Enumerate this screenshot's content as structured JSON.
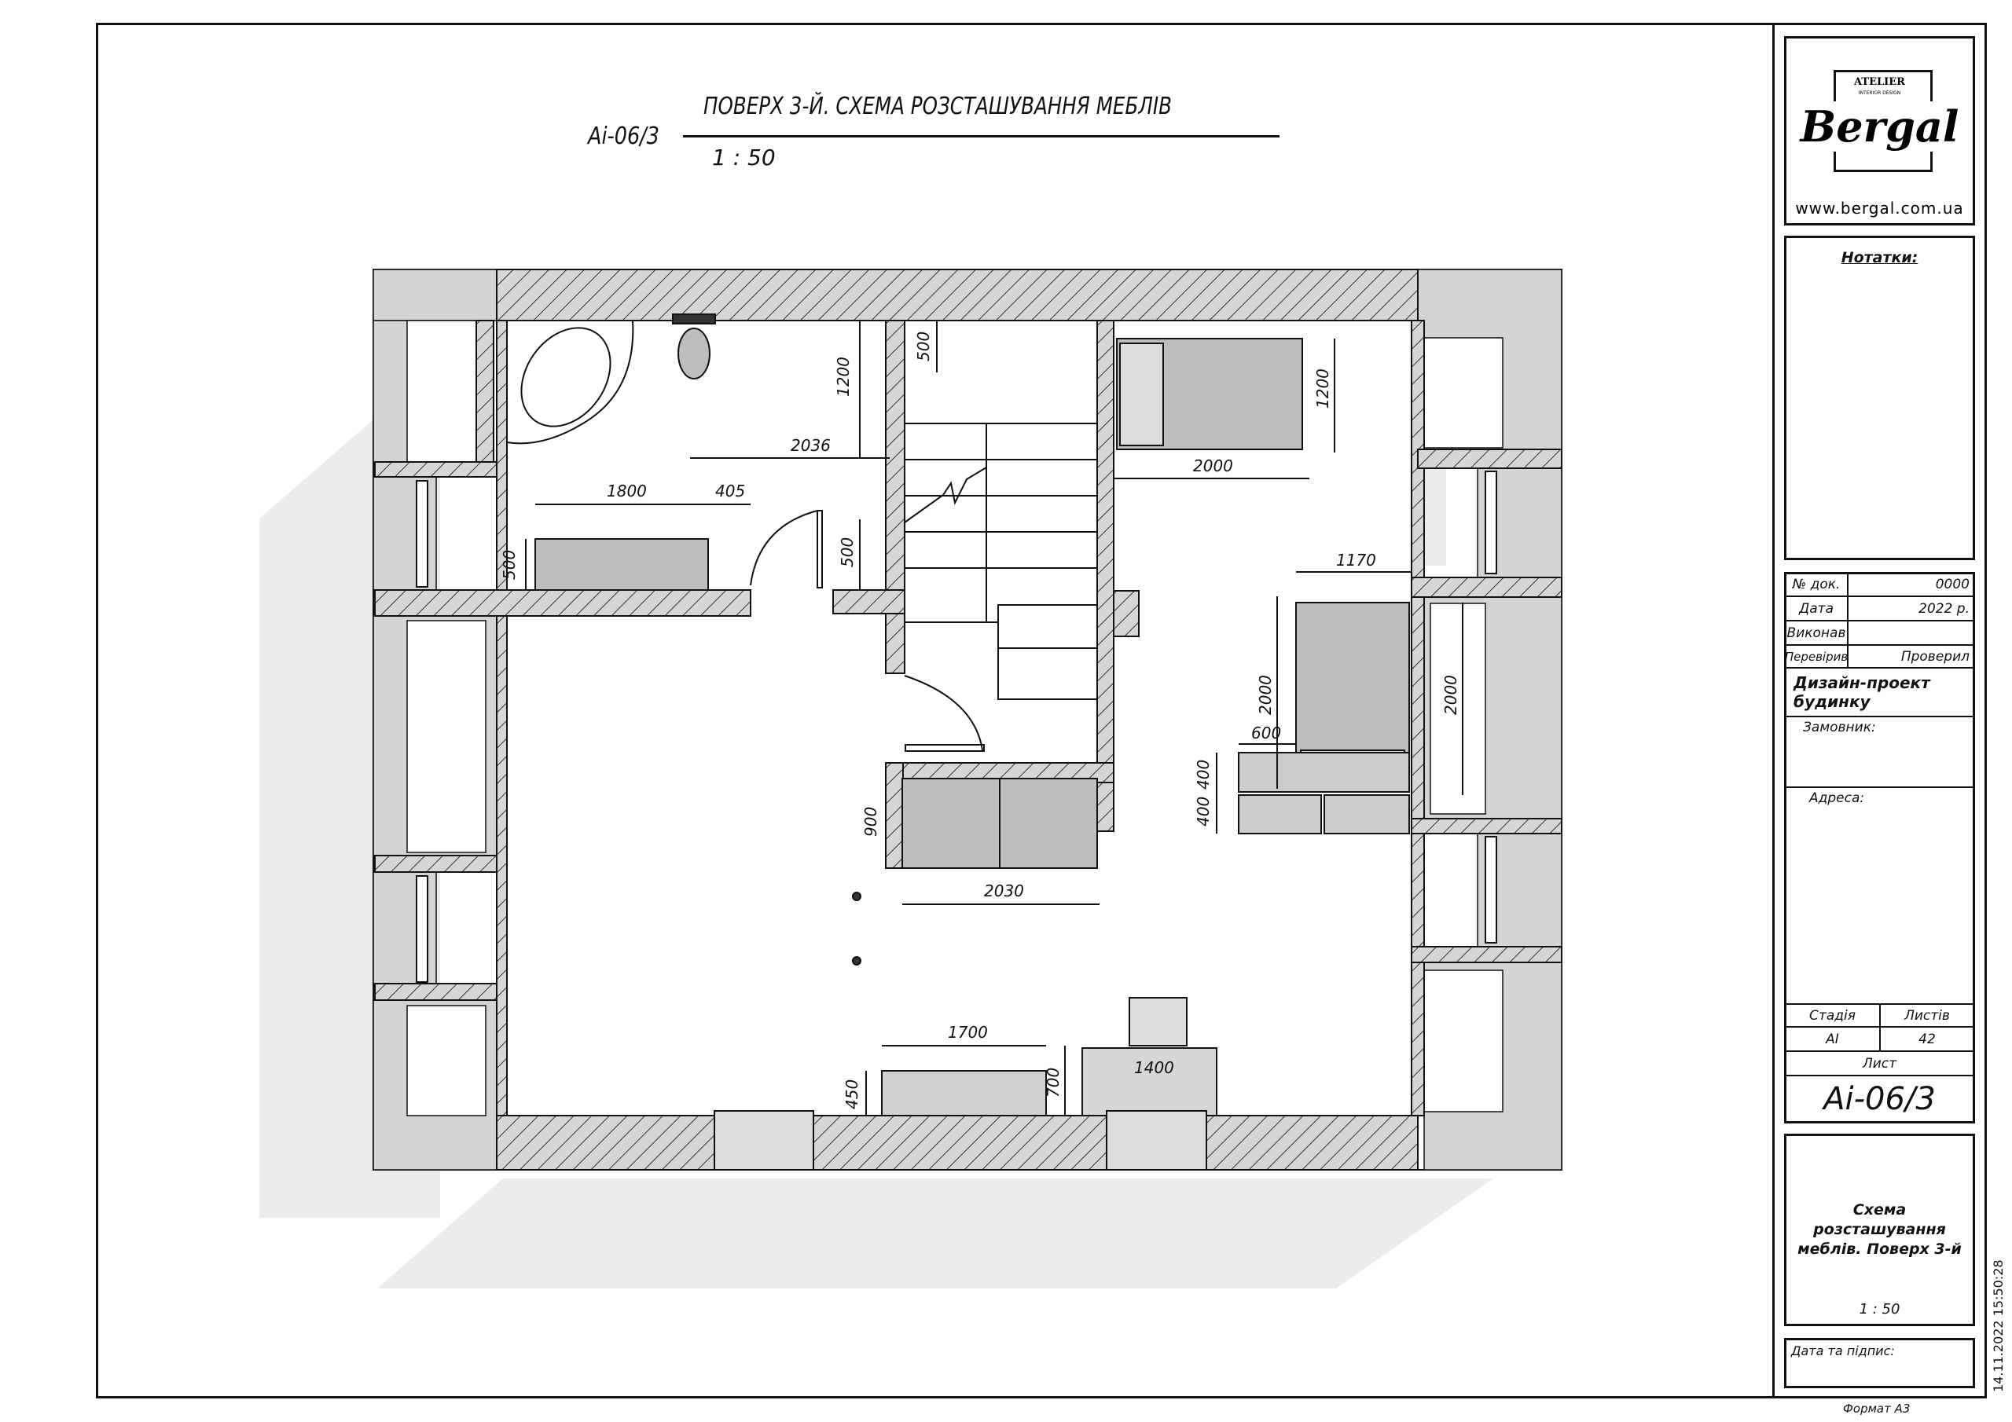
{
  "header": {
    "title": "ПОВЕРХ 3-Й. СХЕМА РОЗСТАШУВАННЯ МЕБЛІВ",
    "sheet_code": "Аі-06/3",
    "scale": "1 : 50"
  },
  "logo": {
    "atelier": "ATELIER",
    "subtitle": "INTERIOR DESIGN",
    "brand": "Bergal",
    "website": "www.bergal.com.ua"
  },
  "notes": {
    "label": "Нотатки:"
  },
  "title_block": {
    "doc_no_label": "№ док.",
    "doc_no": "0000",
    "date_label": "Дата",
    "date": "2022 р.",
    "author_label": "Виконав",
    "author": "",
    "checked_label": "Перевірив",
    "checked": "Проверил",
    "project": "Дизайн-проект будинку",
    "client_label": "Замовник:",
    "address_label": "Адреса:",
    "stage_label": "Стадія",
    "sheets_label": "Листів",
    "stage": "АІ",
    "sheets": "42",
    "sheet_label": "Лист",
    "sheet": "Аі-06/3",
    "drawing_title": "Схема розсташування меблів. Поверх 3-й",
    "drawing_scale": "1 : 50",
    "signature_label": "Дата та підпис:",
    "format": "Формат А3",
    "timestamp": "14.11.2022 15:50:28"
  },
  "dimensions": {
    "bath_width": "2036",
    "bath_depth": "1200",
    "shower": "500",
    "vanity_width": "1800",
    "vanity_gap": "405",
    "vanity_depth": "500",
    "door_offset": "500",
    "bed1_length": "2000",
    "bed1_width": "1200",
    "bed2_width": "1170",
    "bed2_length_left": "2000",
    "bed2_length_right": "2000",
    "nightstand": "600",
    "drawer_a": "400",
    "drawer_b": "400",
    "sofa_depth": "900",
    "sofa_width": "2030",
    "table_width": "1700",
    "table_depth": "450",
    "desk_depth": "700",
    "desk_width": "1400"
  },
  "colors": {
    "wall": "#d4d4d4",
    "furniture": "#bdbdbd",
    "shadow": "#ececec",
    "line": "#111111"
  }
}
